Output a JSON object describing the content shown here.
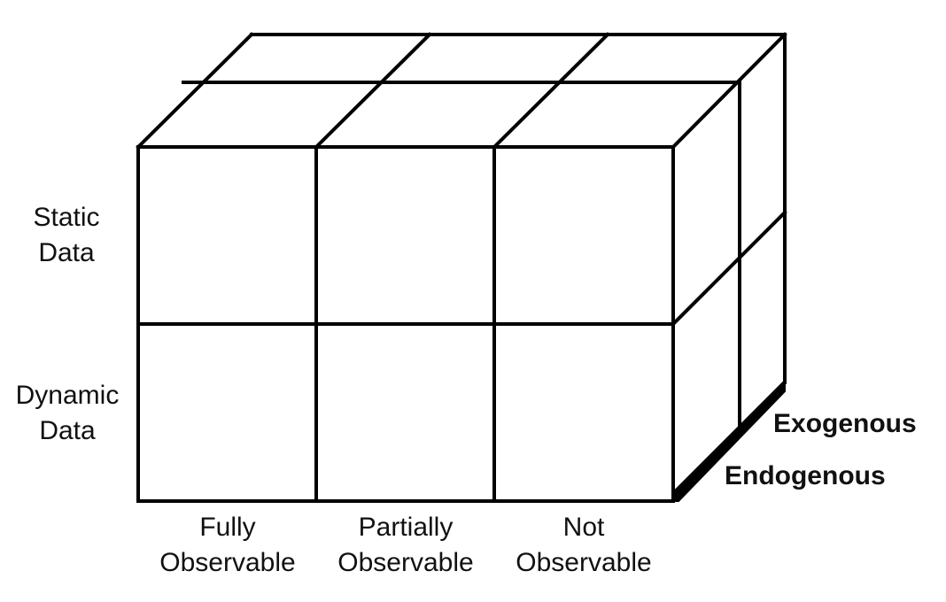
{
  "diagram": {
    "row_labels": [
      {
        "line1": "Static",
        "line2": "Data"
      },
      {
        "line1": "Dynamic",
        "line2": "Data"
      }
    ],
    "column_labels": [
      {
        "line1": "Fully",
        "line2": "Observable"
      },
      {
        "line1": "Partially",
        "line2": "Observable"
      },
      {
        "line1": "Not",
        "line2": "Observable"
      }
    ],
    "depth_labels": {
      "back": "Exogenous",
      "front": "Endogenous"
    },
    "colors": {
      "stroke": "#000000",
      "background": "#ffffff",
      "text": "#111111"
    }
  }
}
